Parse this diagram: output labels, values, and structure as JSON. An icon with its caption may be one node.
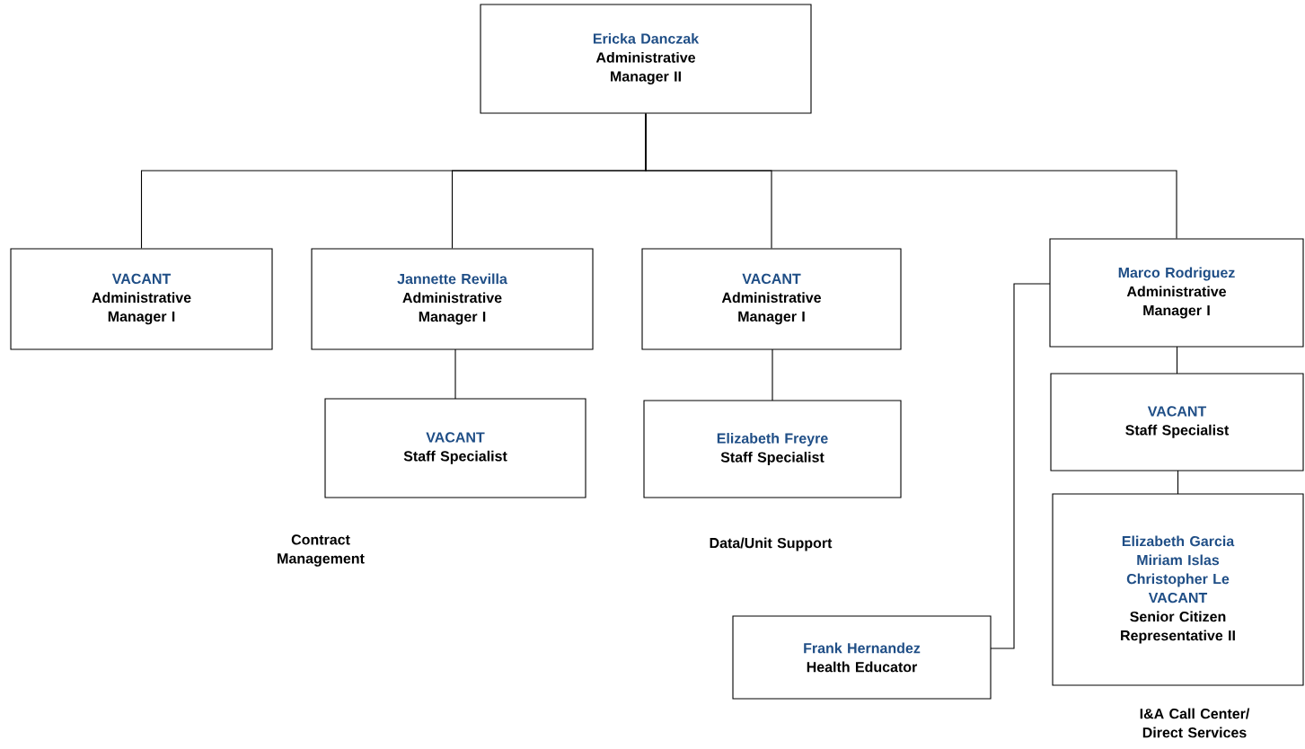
{
  "diagram": {
    "nodes": [
      {
        "text": [
          "Ericka Danczak",
          "Administrative Manager II"
        ]
      },
      {
        "text": [
          "VACANT",
          "Administrative Manager I"
        ]
      },
      {
        "text": [
          "Jannette Revilla",
          "Administrative Manager I"
        ]
      },
      {
        "text": [
          "VACANT",
          "Administrative Manager I"
        ]
      },
      {
        "text": [
          "Marco Rodriguez",
          "Administrative Manager I"
        ]
      },
      {
        "text": [
          "VACANT",
          "Staff Specialist"
        ]
      },
      {
        "text": [
          "Elizabeth Freyre",
          "Staff Specialist"
        ]
      },
      {
        "text": [
          "VACANT",
          "Staff Specialist"
        ]
      },
      {
        "text": [
          "Frank Hernandez",
          "Health Educator"
        ]
      },
      {
        "text": [
          "Elizabeth Garcia",
          "Miriam Islas",
          "Christopher Le",
          "VACANT",
          "Senior Citizen Representative II"
        ]
      }
    ],
    "edges": [
      {
        "from": 0,
        "to": 1,
        "arrow": "none"
      },
      {
        "from": 0,
        "to": 2,
        "arrow": "none"
      },
      {
        "from": 0,
        "to": 3,
        "arrow": "none"
      },
      {
        "from": 0,
        "to": 4,
        "arrow": "none"
      },
      {
        "from": 2,
        "to": 5,
        "arrow": "none"
      },
      {
        "from": 3,
        "to": 6,
        "arrow": "none"
      },
      {
        "from": 4,
        "to": 7,
        "arrow": "none"
      },
      {
        "from": 7,
        "to": 9,
        "arrow": "none"
      },
      {
        "from": 4,
        "to": 8,
        "arrow": "none"
      }
    ],
    "labels": [
      "Contract Management",
      "Data/Unit Support",
      "I&A Call Center/ Direct Services"
    ]
  }
}
